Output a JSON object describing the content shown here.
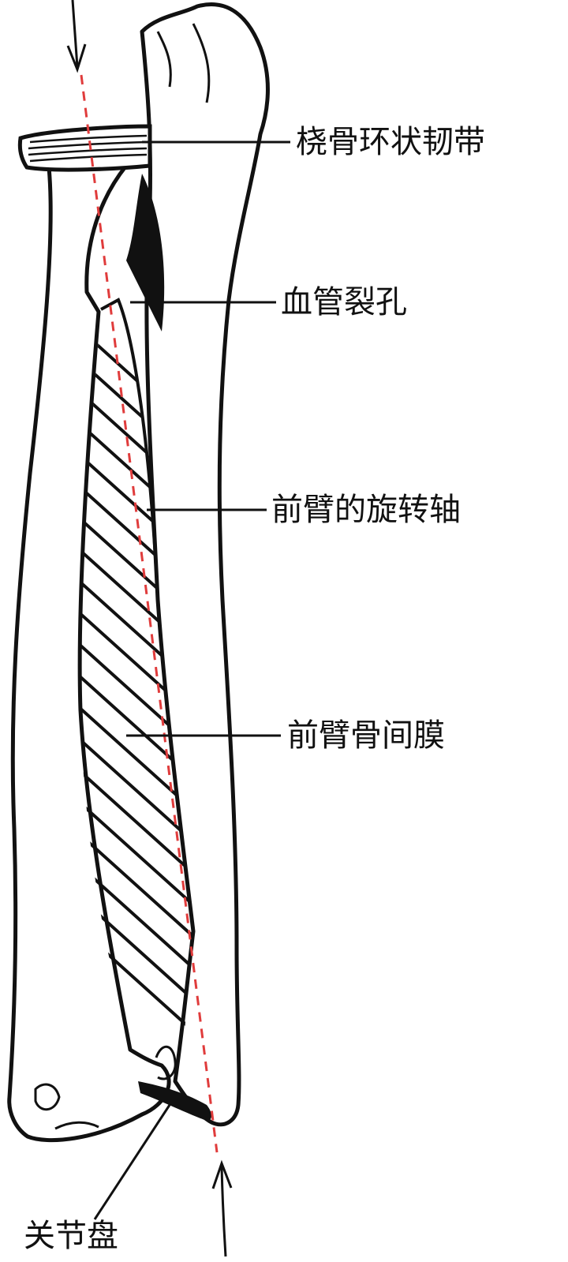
{
  "labels": {
    "annular_ligament": "桡骨环状韧带",
    "vascular_hiatus": "血管裂孔",
    "rotation_axis": "前臂的旋转轴",
    "interosseous_membrane": "前臂骨间膜",
    "articular_disc": "关节盘"
  },
  "colors": {
    "outline": "#111111",
    "axis_line": "#e03c3c",
    "background": "#ffffff"
  }
}
